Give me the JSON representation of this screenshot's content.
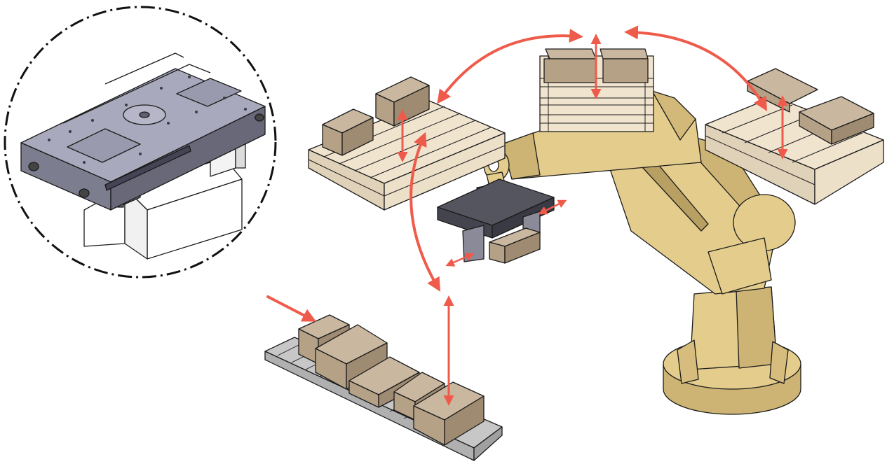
{
  "colors": {
    "background": "#ffffff",
    "robot": "#e3cc8c",
    "robot_shade": "#cdb475",
    "robot_dark": "#b89f62",
    "box_top": "#c9b7a0",
    "box_front": "#b4a186",
    "box_side": "#9e8b72",
    "pallet": "#f0e4cf",
    "pallet_shade": "#e0d2b8",
    "gripper_dark": "#55555f",
    "gripper_mid": "#8a8a99",
    "gripper_light": "#a9a9bd",
    "conveyor": "#c7c7c7",
    "arrow": "#ef5b4b"
  },
  "icons": {
    "motion_arrow": "double-headed-arrow",
    "infeed_arrow": "single-headed-arrow",
    "detail_callout": "dash-dot-circle"
  },
  "scene": {
    "pallet_stations": 3,
    "conveyor_boxes": 5
  }
}
